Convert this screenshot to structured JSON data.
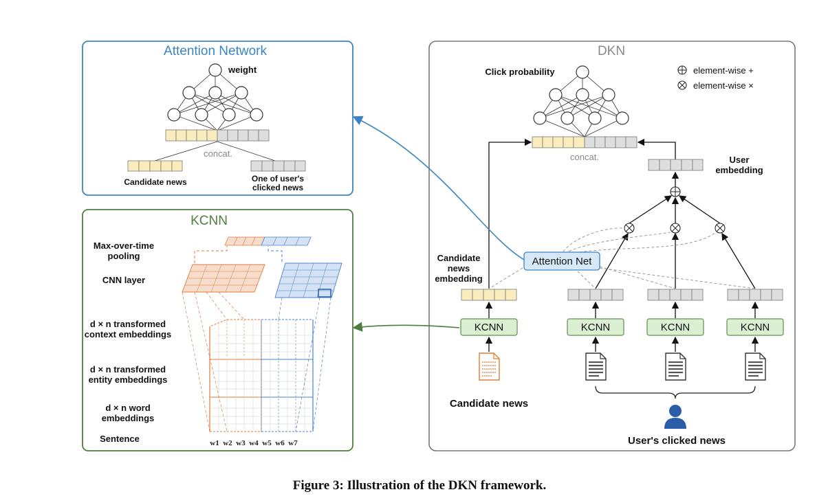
{
  "attention_network": {
    "title": "Attention Network",
    "weight_label": "weight",
    "concat_label": "concat.",
    "candidate_label": "Candidate news",
    "clicked_label_line1": "One of user's",
    "clicked_label_line2": "clicked news"
  },
  "kcnn_panel": {
    "title": "KCNN",
    "pooling_line1": "Max-over-time",
    "pooling_line2": "pooling",
    "cnn_layer": "CNN layer",
    "context_line1": "d × n transformed",
    "context_line2": "context embeddings",
    "entity_line1": "d × n transformed",
    "entity_line2": "entity embeddings",
    "word_line1": "d × n word",
    "word_line2": "embeddings",
    "sentence": "Sentence",
    "words": [
      "w1",
      "w2",
      "w3",
      "w4",
      "w5",
      "w6",
      "w7"
    ]
  },
  "dkn": {
    "title": "DKN",
    "click_probability": "Click probability",
    "legend_plus": "element-wise +",
    "legend_times": "element-wise ×",
    "concat_label": "concat.",
    "user_embedding_line1": "User",
    "user_embedding_line2": "embedding",
    "candidate_embedding_line1": "Candidate",
    "candidate_embedding_line2": "news",
    "candidate_embedding_line3": "embedding",
    "attention_net": "Attention Net",
    "kcnn_label": "KCNN",
    "candidate_news": "Candidate news",
    "users_clicked_news": "User's clicked news"
  },
  "caption": "Figure 3: Illustration of the DKN framework.",
  "colors": {
    "attention_blue": "#3a84c4",
    "kcnn_green": "#4e7e3e",
    "candidate_yellow": "#fbecbe",
    "embedding_gray": "#dedede",
    "kcnn_orange": "#e07b39",
    "kcnn_blue": "#4a80c9"
  }
}
